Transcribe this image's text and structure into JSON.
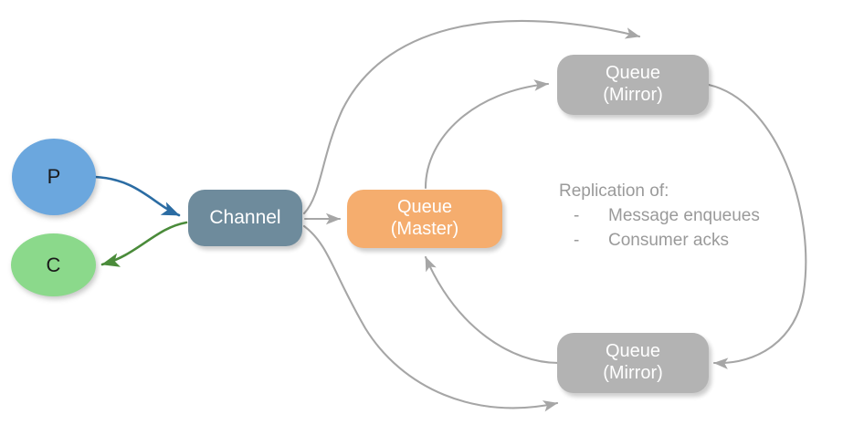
{
  "diagram": {
    "title": "RabbitMQ queue mirroring replication diagram",
    "background": "#ffffff",
    "edge_color": "#a6a6a6"
  },
  "nodes": {
    "producer": {
      "label": "P",
      "name": "producer",
      "color": "#6ba7de",
      "text_color": "#1a1a1a",
      "shape": "ellipse"
    },
    "consumer": {
      "label": "C",
      "name": "consumer",
      "color": "#8bd98b",
      "text_color": "#1a1a1a",
      "shape": "ellipse"
    },
    "channel": {
      "label": "Channel",
      "color": "#6e8b9c",
      "text_color": "#ffffff",
      "shape": "rounded-rect"
    },
    "queue_master": {
      "label": "Queue\n(Master)",
      "color": "#f5ad6e",
      "text_color": "#ffffff",
      "shape": "rounded-rect"
    },
    "queue_mirror_top": {
      "label": "Queue\n(Mirror)",
      "color": "#b3b3b3",
      "text_color": "#ffffff",
      "shape": "rounded-rect"
    },
    "queue_mirror_bottom": {
      "label": "Queue\n(Mirror)",
      "color": "#b3b3b3",
      "text_color": "#ffffff",
      "shape": "rounded-rect"
    }
  },
  "note": {
    "title": "Replication of:",
    "items": [
      {
        "dash": "-",
        "text": "Message enqueues"
      },
      {
        "dash": "-",
        "text": "Consumer acks"
      }
    ],
    "color": "#9a9a9a"
  },
  "edges": [
    {
      "name": "producer-to-channel",
      "from": "producer",
      "to": "channel",
      "color": "#2b6ca3",
      "arrow": true
    },
    {
      "name": "channel-to-consumer",
      "from": "channel",
      "to": "consumer",
      "color": "#4a8b3a",
      "arrow": true
    },
    {
      "name": "channel-to-queue-master",
      "from": "channel",
      "to": "queue_master",
      "color": "#a6a6a6",
      "arrow": true
    },
    {
      "name": "channel-to-mirror-top",
      "from": "channel",
      "to": "queue_mirror_top",
      "color": "#a6a6a6",
      "arrow": true
    },
    {
      "name": "channel-to-mirror-bottom",
      "from": "channel",
      "to": "queue_mirror_bottom",
      "color": "#a6a6a6",
      "arrow": true
    },
    {
      "name": "master-to-mirror-top",
      "from": "queue_master",
      "to": "queue_mirror_top",
      "color": "#a6a6a6",
      "arrow": true
    },
    {
      "name": "mirror-bottom-to-master",
      "from": "queue_mirror_bottom",
      "to": "queue_master",
      "color": "#a6a6a6",
      "arrow": true
    },
    {
      "name": "mirror-top-to-mirror-bottom",
      "from": "queue_mirror_top",
      "to": "queue_mirror_bottom",
      "color": "#a6a6a6",
      "arrow": true
    }
  ]
}
